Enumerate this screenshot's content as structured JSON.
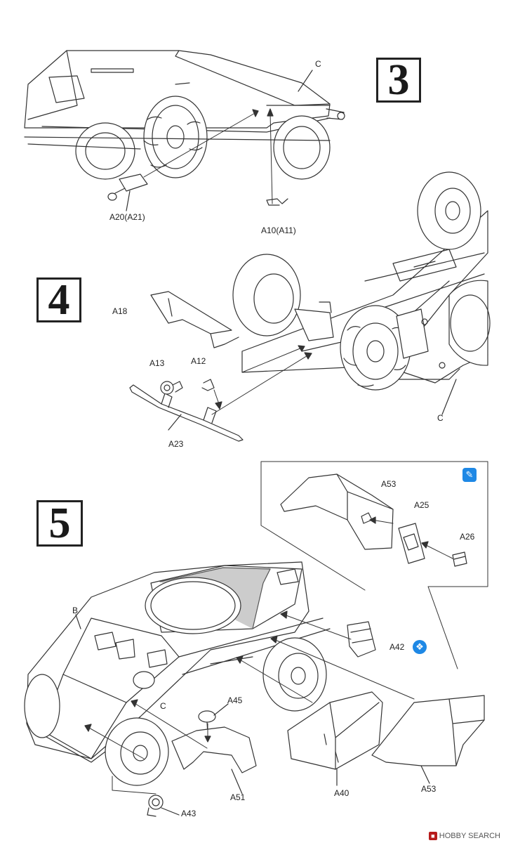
{
  "steps": {
    "step3": "3",
    "step4": "4",
    "step5": "5"
  },
  "parts": {
    "c_step3": "C",
    "a20": "A20(A21)",
    "a10": "A10(A11)",
    "a18": "A18",
    "a13": "A13",
    "a12": "A12",
    "a23": "A23",
    "c_step4": "C",
    "a53_detail": "A53",
    "a25": "A25",
    "a26": "A26",
    "b": "B",
    "a42": "A42",
    "c_step5": "C",
    "a45": "A45",
    "a51": "A51",
    "a40": "A40",
    "a53": "A53",
    "a43": "A43"
  },
  "icons": {
    "paint_icon": "paint-brush-icon",
    "option_icon": "option-part-icon"
  },
  "colors": {
    "line": "#333333",
    "badge": "#1e88e5",
    "background": "#ffffff"
  },
  "watermark": "HOBBY SEARCH"
}
